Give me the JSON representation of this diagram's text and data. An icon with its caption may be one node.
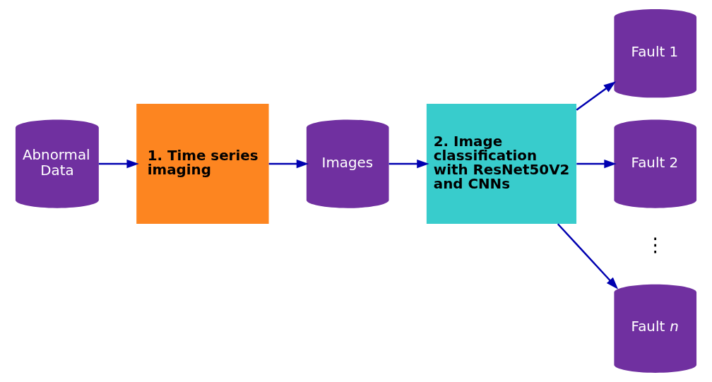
{
  "diagram": {
    "nodes": [
      {
        "text": [
          "Abnormal Data"
        ]
      },
      {
        "text": [
          "1. Time series imaging"
        ]
      },
      {
        "text": [
          "Images"
        ]
      },
      {
        "text": [
          "2. Image classification with ResNet50V2 and CNNs"
        ]
      },
      {
        "text": [
          "Fault 1"
        ]
      },
      {
        "text": [
          "Fault 2"
        ]
      },
      {
        "text": [
          "Fault *n*"
        ]
      }
    ],
    "edges": [
      {
        "from": 0,
        "to": 1,
        "arrow": "to"
      },
      {
        "from": 1,
        "to": 2,
        "arrow": "to"
      },
      {
        "from": 2,
        "to": 3,
        "arrow": "to"
      },
      {
        "from": 3,
        "to": 4,
        "arrow": "to"
      },
      {
        "from": 3,
        "to": 5,
        "arrow": "to"
      },
      {
        "from": 3,
        "to": 6,
        "arrow": "to"
      }
    ],
    "labels": [
      "⋮"
    ]
  }
}
